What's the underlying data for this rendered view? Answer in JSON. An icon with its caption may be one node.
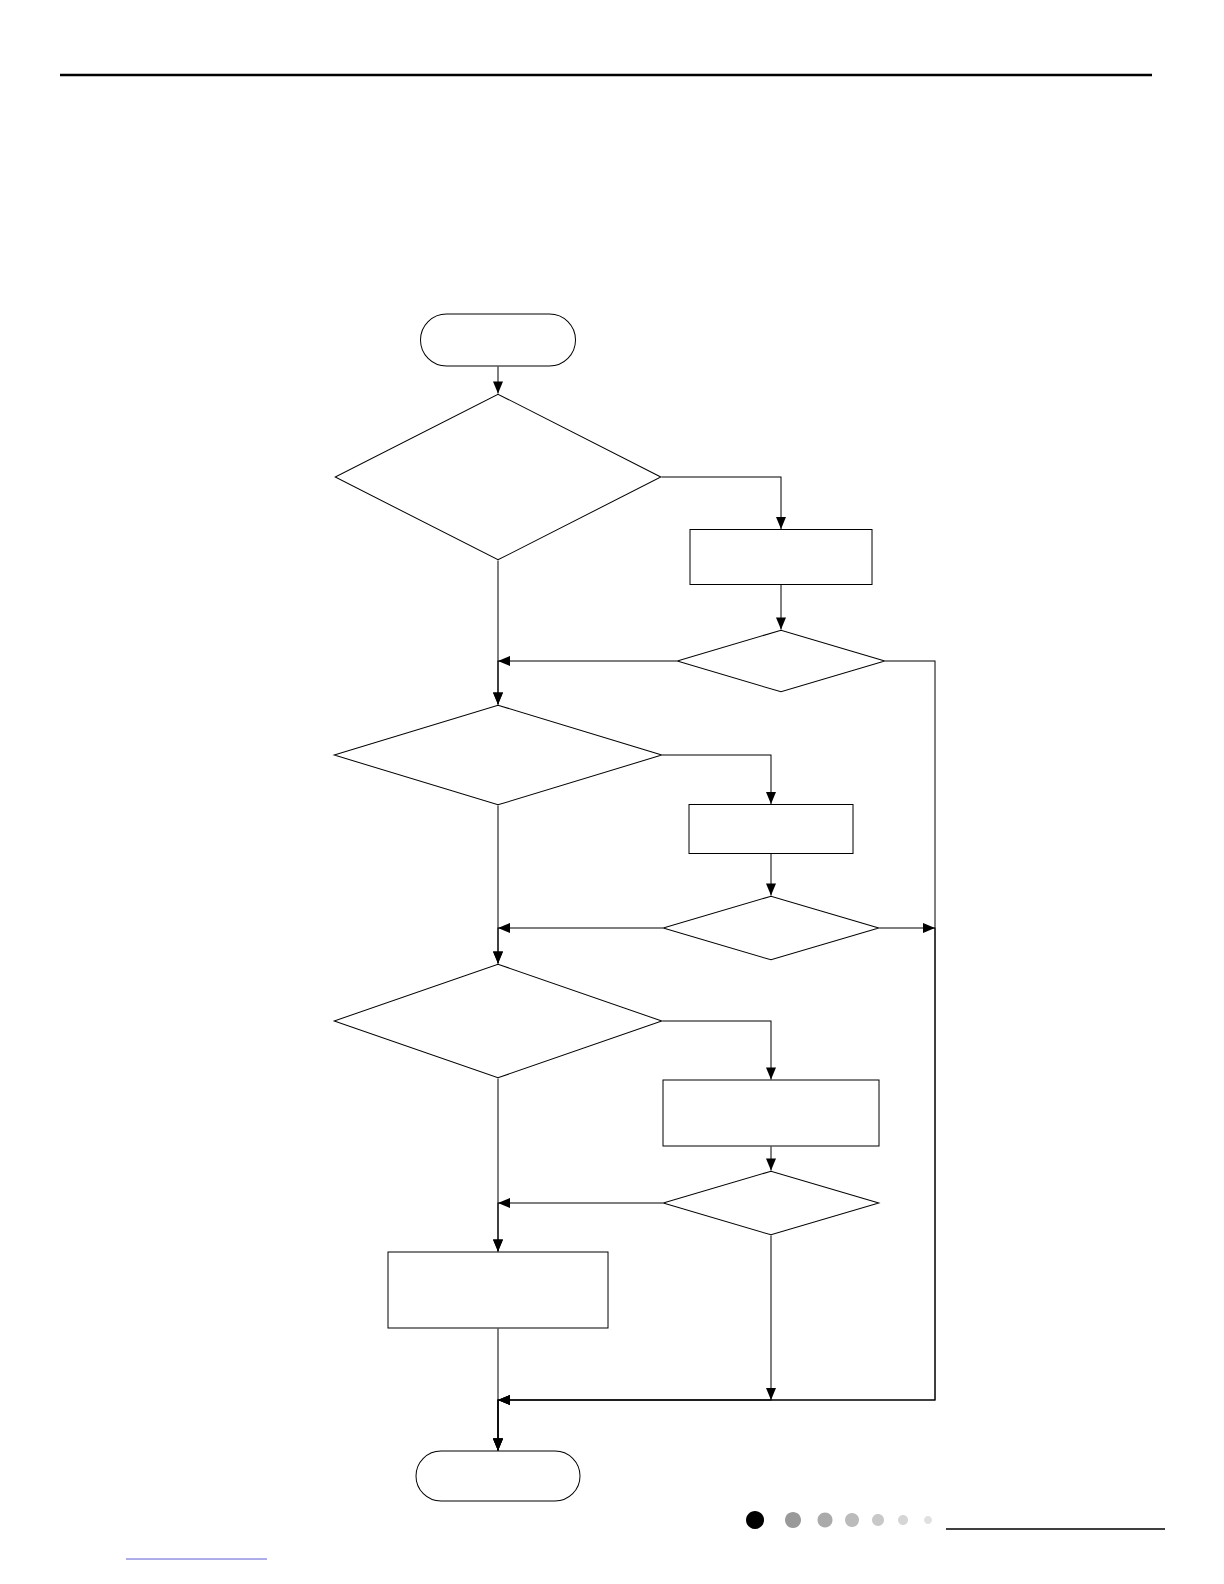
{
  "diagram": {
    "nodes": [
      {
        "text": [],
        "shape": "pill"
      },
      {
        "text": [],
        "shape": "diamond"
      },
      {
        "text": [],
        "shape": "box"
      },
      {
        "text": [],
        "shape": "diamond"
      },
      {
        "text": [],
        "shape": "diamond"
      },
      {
        "text": [],
        "shape": "box"
      },
      {
        "text": [],
        "shape": "diamond"
      },
      {
        "text": [],
        "shape": "diamond"
      },
      {
        "text": [],
        "shape": "box"
      },
      {
        "text": [],
        "shape": "diamond"
      },
      {
        "text": [],
        "shape": "box"
      },
      {
        "text": [],
        "shape": "pill"
      }
    ],
    "edges": [
      {
        "from": 0,
        "to": 1,
        "arrow": "to"
      },
      {
        "from": 1,
        "to": 2,
        "arrow": "to"
      },
      {
        "from": 1,
        "to": 4,
        "arrow": "to"
      },
      {
        "from": 2,
        "to": 3,
        "arrow": "to"
      },
      {
        "from": 3,
        "to": 4,
        "arrow": "to"
      },
      {
        "from": 3,
        "to": 11,
        "arrow": "to"
      },
      {
        "from": 4,
        "to": 5,
        "arrow": "to"
      },
      {
        "from": 4,
        "to": 7,
        "arrow": "to"
      },
      {
        "from": 5,
        "to": 6,
        "arrow": "to"
      },
      {
        "from": 6,
        "to": 7,
        "arrow": "to"
      },
      {
        "from": 6,
        "to": 11,
        "arrow": "to"
      },
      {
        "from": 7,
        "to": 8,
        "arrow": "to"
      },
      {
        "from": 7,
        "to": 10,
        "arrow": "to"
      },
      {
        "from": 8,
        "to": 9,
        "arrow": "to"
      },
      {
        "from": 9,
        "to": 10,
        "arrow": "to"
      },
      {
        "from": 9,
        "to": 11,
        "arrow": "to"
      },
      {
        "from": 10,
        "to": 11,
        "arrow": "to"
      }
    ]
  }
}
